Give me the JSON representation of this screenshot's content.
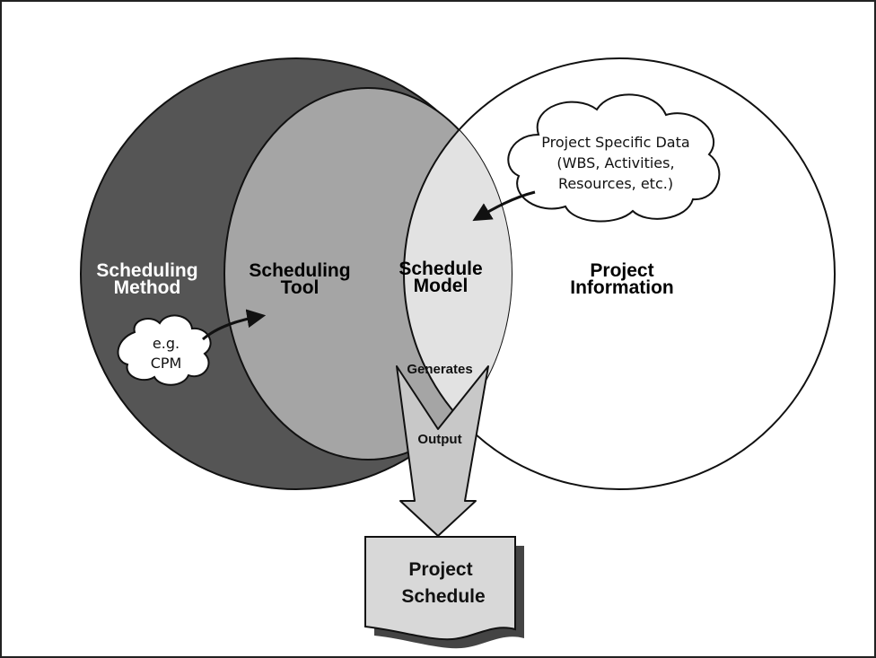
{
  "colors": {
    "method_fill": "#555555",
    "tool_fill": "#a5a5a5",
    "model_fill": "#e2e2e2",
    "information_fill": "#ffffff",
    "output_arrow_fill": "#c8c8c8",
    "document_fill": "#d8d8d8",
    "stroke": "#111111"
  },
  "icons": [
    "cloud-icon",
    "cloud-icon",
    "curved-arrow-icon",
    "output-arrow-icon",
    "document-icon"
  ],
  "circles": {
    "method": {
      "line1": "Scheduling",
      "line2": "Method"
    },
    "tool": {
      "line1": "Scheduling",
      "line2": "Tool"
    },
    "model": {
      "line1": "Schedule",
      "line2": "Model"
    },
    "information": {
      "line1": "Project",
      "line2": "Information"
    }
  },
  "clouds": {
    "project_data": {
      "line1": "Project Specific Data",
      "line2": "(WBS, Activities,",
      "line3": "Resources, etc.)"
    },
    "method_example": {
      "line1": "e.g.",
      "line2": "CPM"
    }
  },
  "flow": {
    "generates": "Generates",
    "output": "Output"
  },
  "document": {
    "line1": "Project",
    "line2": "Schedule"
  }
}
